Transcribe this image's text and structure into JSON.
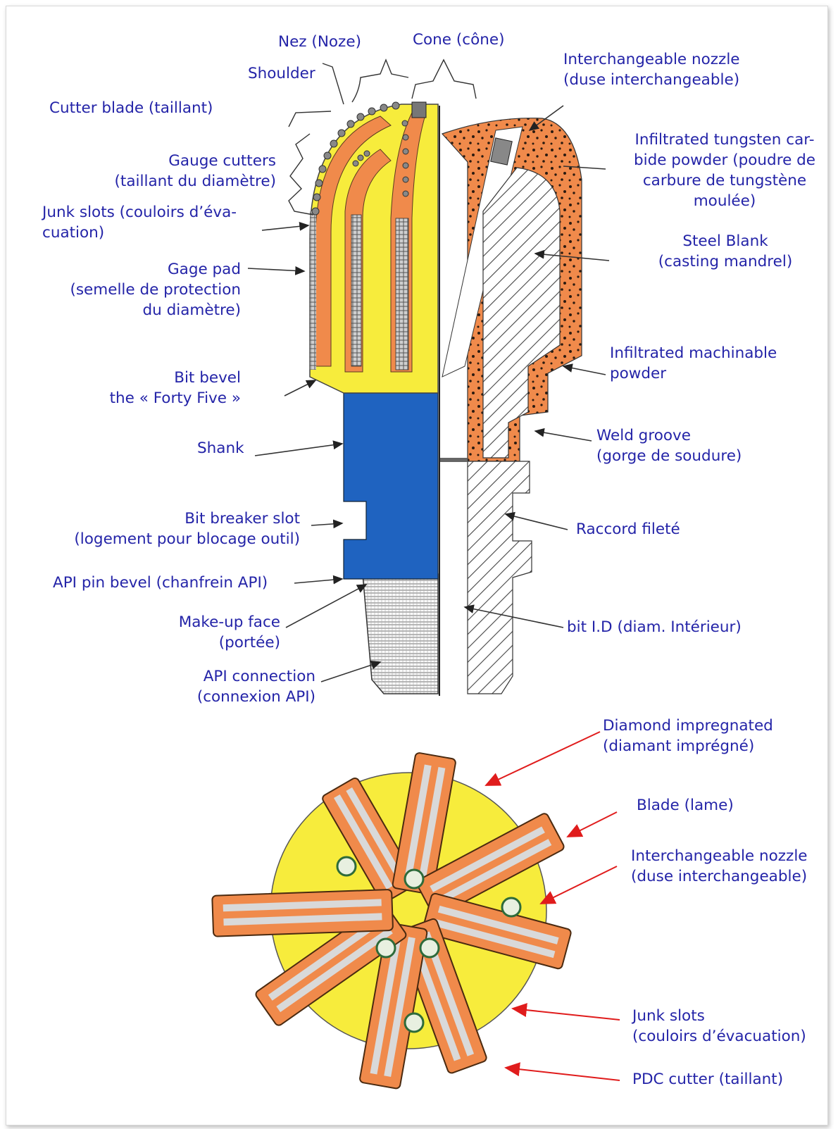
{
  "colors": {
    "label_text": "#2424a8",
    "steel_blank_yellow": "#f7ec3c",
    "matrix_orange": "#f08a4b",
    "shank_blue": "#1f63c0",
    "leader_red": "#e01c1c",
    "line_black": "#222222"
  },
  "side_view_labels": {
    "nez": [
      "Nez (Noze)"
    ],
    "cone": [
      "Cone (cône)"
    ],
    "shoulder": [
      "Shoulder"
    ],
    "cutter_blade": [
      "Cutter blade (taillant)"
    ],
    "gauge_cutters": [
      "Gauge cutters",
      "(taillant du diamètre)"
    ],
    "junk_slots": [
      "Junk slots (couloirs d’éva-",
      "cuation)"
    ],
    "gage_pad": [
      "Gage pad",
      "(semelle de protection",
      "du diamètre)"
    ],
    "bit_bevel": [
      "Bit bevel",
      "the « Forty Five »"
    ],
    "shank": [
      "Shank"
    ],
    "bit_breaker_slot": [
      "Bit breaker slot",
      "(logement pour blocage outil)"
    ],
    "api_pin_bevel": [
      "API pin bevel (chanfrein API)"
    ],
    "make_up_face": [
      "Make-up face",
      "(portée)"
    ],
    "api_connection": [
      "API connection",
      "(connexion API)"
    ],
    "interchangeable_nozzle": [
      "Interchangeable nozzle",
      "(duse interchangeable)"
    ],
    "infiltrated_tungsten": [
      "Infiltrated tungsten  car-",
      "bide powder (poudre de",
      "carbure de tungstène",
      "moulée)"
    ],
    "steel_blank": [
      "Steel Blank",
      "(casting mandrel)"
    ],
    "infiltrated_machinable": [
      "Infiltrated machinable",
      "powder"
    ],
    "weld_groove": [
      "Weld groove",
      "(gorge de soudure)"
    ],
    "raccord": [
      "Raccord fileté"
    ],
    "bit_id": [
      "bit I.D (diam. Intérieur)"
    ]
  },
  "bottom_view_labels": {
    "diamond_impregnated": [
      "Diamond impregnated",
      "(diamant imprégné)"
    ],
    "blade": [
      "Blade (lame)"
    ],
    "nozzle": [
      "Interchangeable nozzle",
      "(duse interchangeable)"
    ],
    "junk_slots": [
      "Junk slots",
      "(couloirs d’évacuation)"
    ],
    "pdc_cutter": [
      "PDC cutter (taillant)"
    ]
  }
}
